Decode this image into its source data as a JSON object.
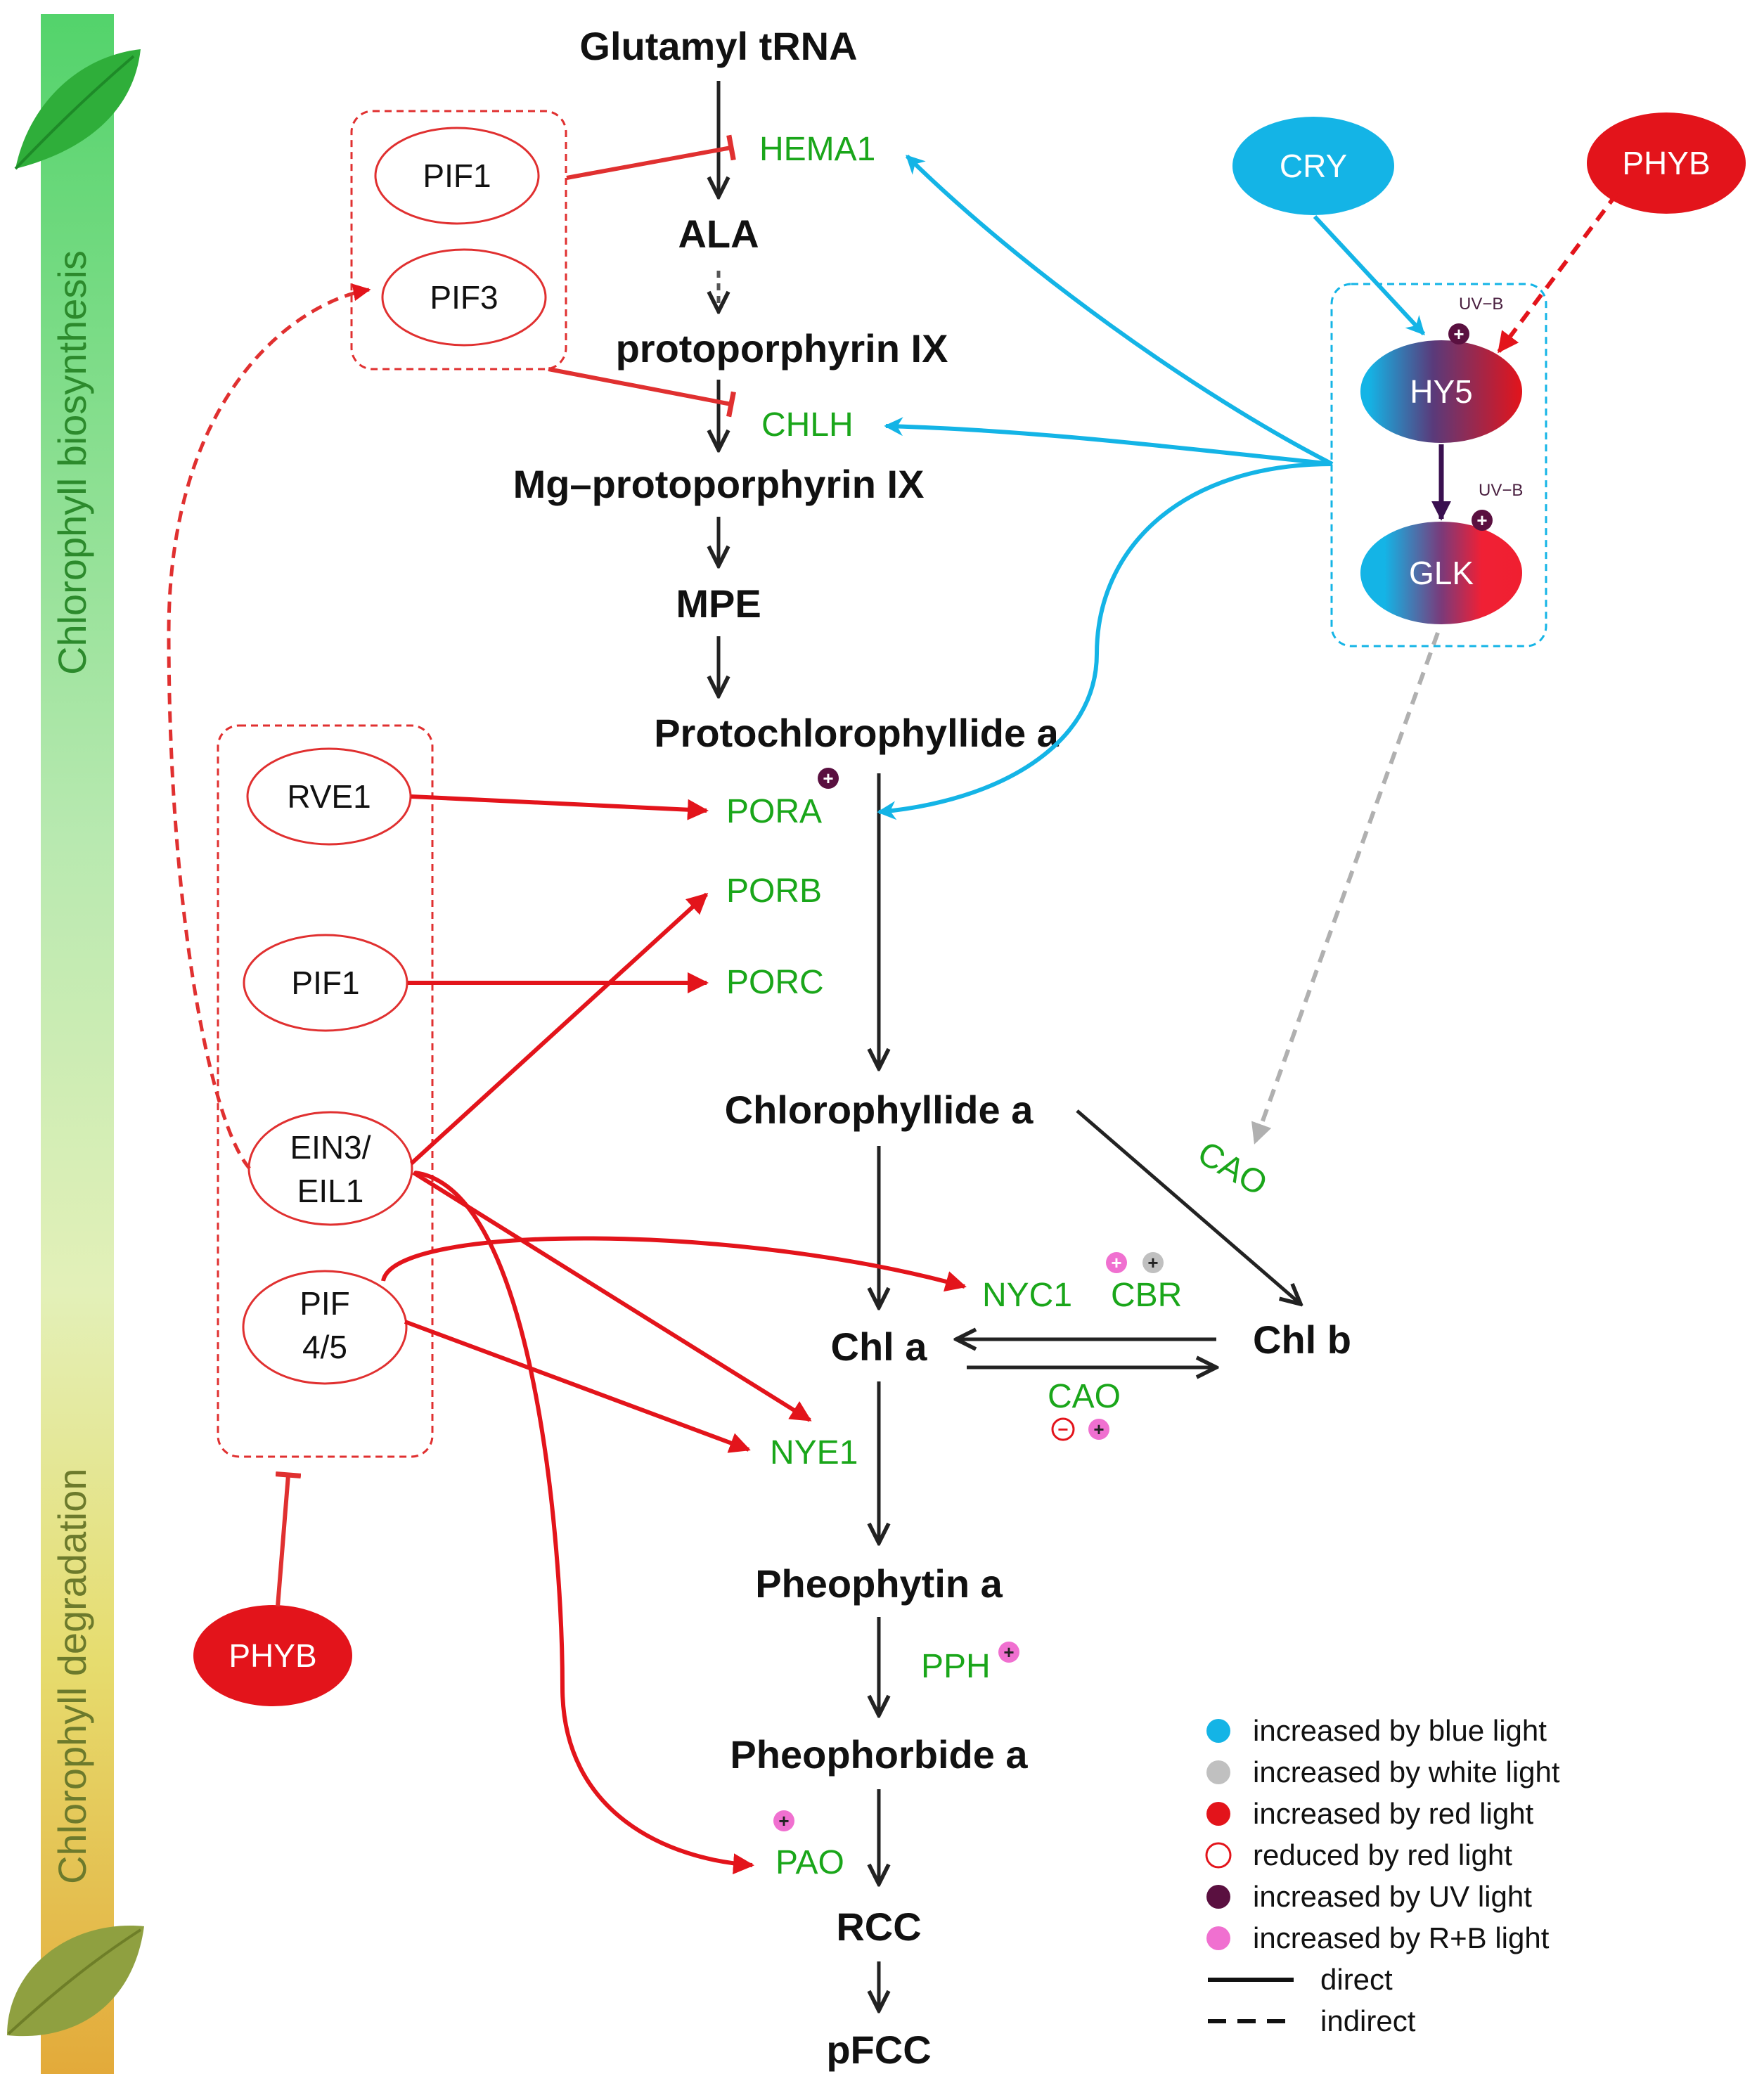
{
  "colors": {
    "blue_light": "#14b4e6",
    "white_light": "#c0c0c0",
    "red_light": "#e3141b",
    "uv_light": "#5a1040",
    "rb_light": "#f070d0",
    "gene_text": "#1aa61a",
    "inhibit_red": "#e03030"
  },
  "side_bar": {
    "top_label": "Chlorophyll biosynthesis",
    "bottom_label": "Chlorophyll degradation",
    "top_icon": "leaf-green-icon",
    "bottom_icon": "leaf-olive-icon"
  },
  "metabolites": {
    "glutamyl_trna": "Glutamyl tRNA",
    "ala": "ALA",
    "protoporphyrin": "protoporphyrin IX",
    "mg_protoporphyrin": "Mg–protoporphyrin IX",
    "mpe": "MPE",
    "protochlorophyllide": "Protochlorophyllide a",
    "chlorophyllide": "Chlorophyllide a",
    "chl_a": "Chl a",
    "chl_b": "Chl b",
    "pheophytin": "Pheophytin a",
    "pheophorbide": "Pheophorbide a",
    "rcc": "RCC",
    "pfcc": "pFCC"
  },
  "genes": {
    "hema1": "HEMA1",
    "chlh": "CHLH",
    "pora": "PORA",
    "porb": "PORB",
    "porc": "PORC",
    "cao_diag": "CAO",
    "nyc1": "NYC1",
    "cbr": "CBR",
    "cao_rev": "CAO",
    "nye1": "NYE1",
    "pph": "PPH",
    "pao": "PAO"
  },
  "regulators": {
    "pif1_top": "PIF1",
    "pif3": "PIF3",
    "rve1": "RVE1",
    "pif1_mid": "PIF1",
    "ein3_line1": "EIN3/",
    "ein3_line2": "EIL1",
    "pif45_line1": "PIF",
    "pif45_line2": "4/5",
    "cry": "CRY",
    "phyb_top": "PHYB",
    "phyb_bottom": "PHYB",
    "hy5": "HY5",
    "glk": "GLK",
    "uvb_hy5": "UV−B",
    "uvb_glk": "UV−B"
  },
  "symbols": {
    "plus": "+",
    "minus": "−"
  },
  "legend": [
    {
      "label": "increased by blue light",
      "marker": "filled-circle",
      "color": "#14b4e6"
    },
    {
      "label": "increased by white light",
      "marker": "filled-circle",
      "color": "#c0c0c0"
    },
    {
      "label": "increased by red light",
      "marker": "filled-circle",
      "color": "#e3141b"
    },
    {
      "label": "reduced by red light",
      "marker": "open-circle",
      "color": "#e3141b"
    },
    {
      "label": "increased by UV light",
      "marker": "filled-circle",
      "color": "#5a1040"
    },
    {
      "label": "increased by R+B light",
      "marker": "filled-circle",
      "color": "#f070d0"
    },
    {
      "label": "direct",
      "marker": "solid-line",
      "color": "#111111"
    },
    {
      "label": "indirect",
      "marker": "dashed-line",
      "color": "#111111"
    }
  ]
}
